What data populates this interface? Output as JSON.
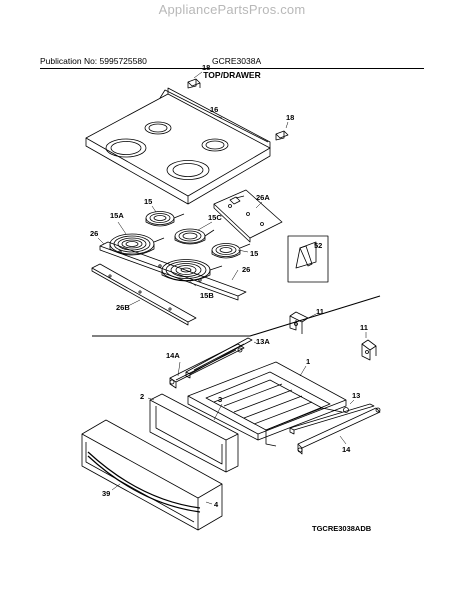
{
  "watermark": "AppliancePartsPros.com",
  "header": {
    "publication": "Publication No: 5995725580",
    "model": "GCRE3038A"
  },
  "section_title": "TOP/DRAWER",
  "drawing_code": "TGCRE3038ADB",
  "callouts": {
    "c18": "18",
    "c16": "16",
    "c18b": "18",
    "c15": "15",
    "c15A": "15A",
    "c15C": "15C",
    "c26A": "26A",
    "c26": "26",
    "c15b": "15",
    "c26b": "26",
    "c15B": "15B",
    "c26B": "26B",
    "c52": "52",
    "c11": "11",
    "c11b": "11",
    "c13A": "13A",
    "c14A": "14A",
    "c1": "1",
    "c2": "2",
    "c3": "3",
    "c13": "13",
    "c14": "14",
    "c39": "39",
    "c4": "4"
  }
}
